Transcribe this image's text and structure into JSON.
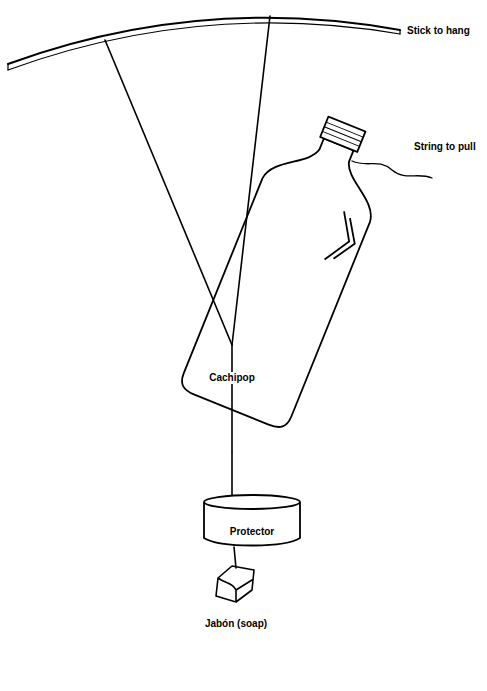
{
  "diagram": {
    "nodes": [
      {
        "text": [
          "Cachipop"
        ]
      },
      {
        "text": [
          "Protector"
        ]
      }
    ],
    "edges": [
      {
        "from": 0,
        "to": 1,
        "arrow": "none"
      }
    ],
    "labels": [
      "Stick to hang",
      "String to pull",
      "Jabón (soap)"
    ]
  }
}
